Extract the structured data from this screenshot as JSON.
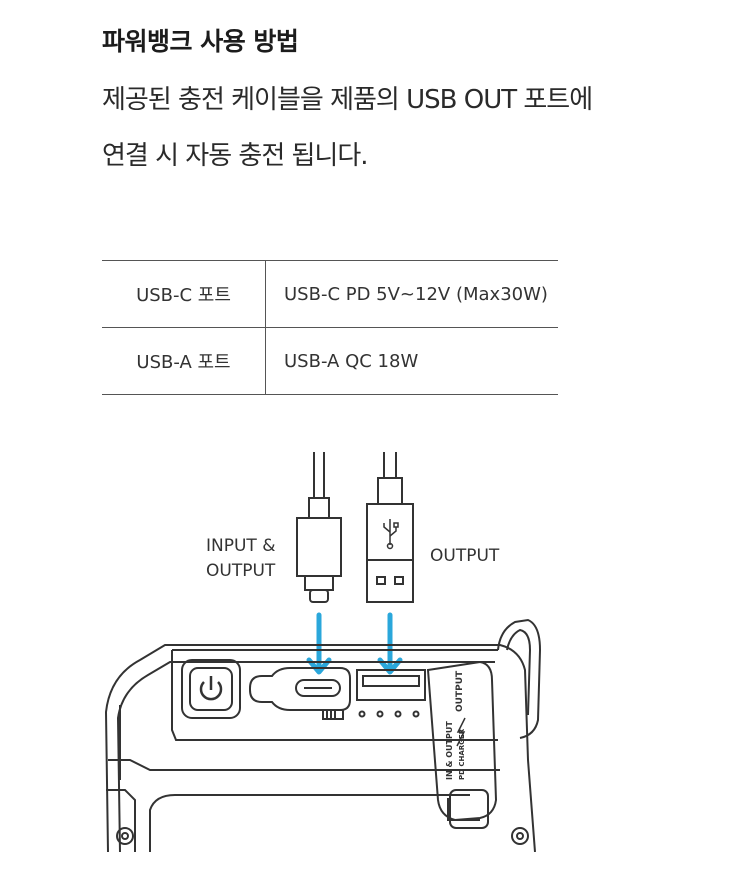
{
  "section": {
    "title": "파워뱅크 사용 방법",
    "desc_line1": "제공된 충전 케이블을 제품의 USB OUT 포트에",
    "desc_line2": "연결 시 자동 충전 됩니다."
  },
  "spec_table": {
    "rows": [
      {
        "label": "USB-C 포트",
        "value": "USB-C PD 5V~12V (Max30W)"
      },
      {
        "label": "USB-A 포트",
        "value": "USB-A QC 18W"
      }
    ]
  },
  "diagram": {
    "label_input_line1": "INPUT &",
    "label_input_line2": "OUTPUT",
    "label_output": "OUTPUT",
    "strap_text_output": "OUTPUT",
    "strap_text_line1": "IN & OUTPUT",
    "strap_text_line2": "PD CHARGER",
    "arrow_color": "#2aa7db",
    "usb_symbol_icon": "usb-icon",
    "lightning_icon": "lightning-icon",
    "power_icon": "power-icon"
  }
}
